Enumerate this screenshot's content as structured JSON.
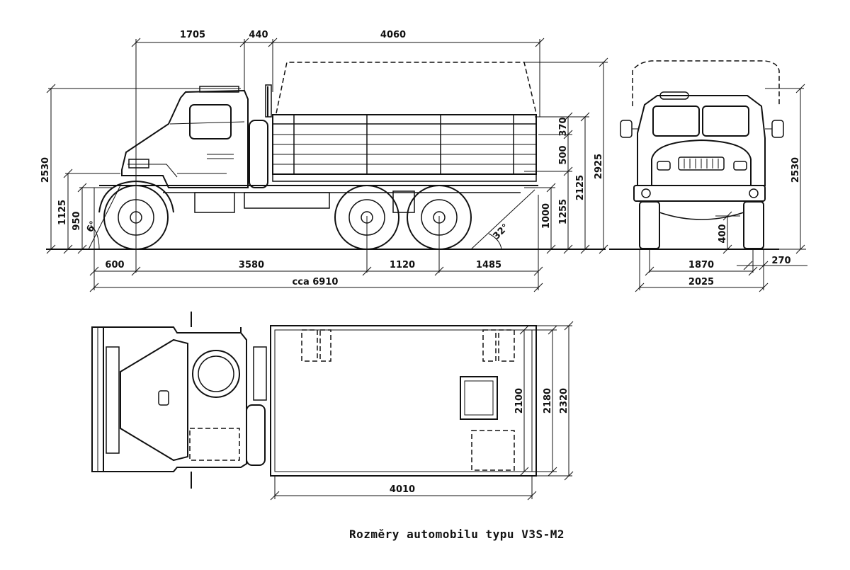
{
  "caption": "Rozměry automobilu typu V3S-M2",
  "side_view": {
    "top_dims": {
      "hood": "1705",
      "gap": "440",
      "bed": "4060"
    },
    "bottom_dims": {
      "front_overhang": "600",
      "wheelbase_front": "3580",
      "wheelbase_rear": "1120",
      "rear_overhang": "1485",
      "overall": "cca 6910"
    },
    "left_heights": {
      "cab": "2530",
      "h1125": "1125",
      "h950": "950",
      "angle_front": "6°"
    },
    "right_heights": {
      "h370": "370",
      "h500": "500",
      "h1000": "1000",
      "h1255": "1255",
      "h2125": "2125",
      "h2925": "2925",
      "angle_rear": "32°"
    }
  },
  "front_view": {
    "height": "2530",
    "track": "1870",
    "tire": "270",
    "width": "2025",
    "ground_clearance": "400"
  },
  "top_view": {
    "inner_width": "2100",
    "outer_width": "2180",
    "total_width": "2320",
    "bed_length": "4010"
  }
}
